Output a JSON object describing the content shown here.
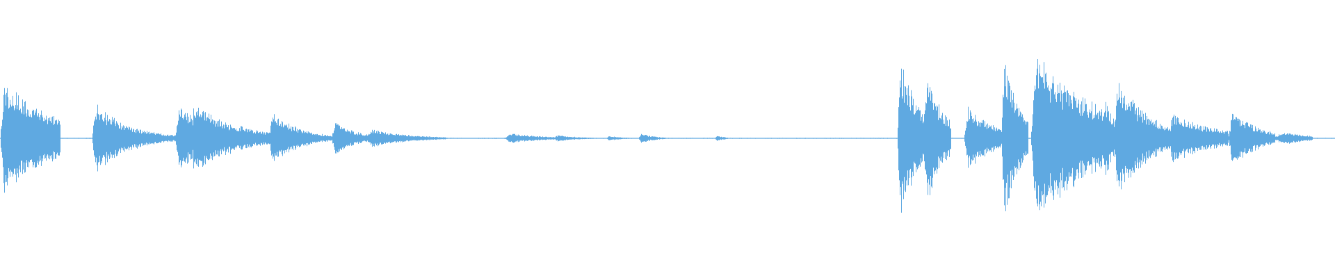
{
  "waveform": {
    "color": "#5fa9e1",
    "background": "#ffffff",
    "bursts": [
      {
        "start": 0.0,
        "attack": 0.003,
        "peak": 0.68,
        "decay": 0.04,
        "end": 0.045
      },
      {
        "start": 0.069,
        "attack": 0.002,
        "peak": 0.42,
        "decay": 0.025,
        "end": 0.068
      },
      {
        "start": 0.131,
        "attack": 0.003,
        "peak": 0.38,
        "decay": 0.03,
        "end": 0.065
      },
      {
        "start": 0.143,
        "attack": 0.002,
        "peak": 0.42,
        "decay": 0.032,
        "end": 0.07
      },
      {
        "start": 0.201,
        "attack": 0.003,
        "peak": 0.32,
        "decay": 0.02,
        "end": 0.05
      },
      {
        "start": 0.248,
        "attack": 0.003,
        "peak": 0.22,
        "decay": 0.015,
        "end": 0.03
      },
      {
        "start": 0.274,
        "attack": 0.004,
        "peak": 0.12,
        "decay": 0.025,
        "end": 0.06
      },
      {
        "start": 0.378,
        "attack": 0.004,
        "peak": 0.06,
        "decay": 0.025,
        "end": 0.06
      },
      {
        "start": 0.414,
        "attack": 0.004,
        "peak": 0.04,
        "decay": 0.015,
        "end": 0.03
      },
      {
        "start": 0.454,
        "attack": 0.002,
        "peak": 0.03,
        "decay": 0.01,
        "end": 0.02
      },
      {
        "start": 0.478,
        "attack": 0.002,
        "peak": 0.06,
        "decay": 0.01,
        "end": 0.02
      },
      {
        "start": 0.535,
        "attack": 0.002,
        "peak": 0.03,
        "decay": 0.008,
        "end": 0.01
      },
      {
        "start": 0.672,
        "attack": 0.002,
        "peak": 0.98,
        "decay": 0.016,
        "end": 0.02
      },
      {
        "start": 0.69,
        "attack": 0.004,
        "peak": 0.78,
        "decay": 0.014,
        "end": 0.022
      },
      {
        "start": 0.722,
        "attack": 0.003,
        "peak": 0.4,
        "decay": 0.02,
        "end": 0.03
      },
      {
        "start": 0.75,
        "attack": 0.002,
        "peak": 0.98,
        "decay": 0.012,
        "end": 0.02
      },
      {
        "start": 0.772,
        "attack": 0.004,
        "peak": 0.98,
        "decay": 0.05,
        "end": 0.06
      },
      {
        "start": 0.826,
        "attack": 0.002,
        "peak": 0.45,
        "decay": 0.01,
        "end": 0.02
      },
      {
        "start": 0.834,
        "attack": 0.003,
        "peak": 0.7,
        "decay": 0.025,
        "end": 0.045
      },
      {
        "start": 0.875,
        "attack": 0.003,
        "peak": 0.3,
        "decay": 0.035,
        "end": 0.045
      },
      {
        "start": 0.92,
        "attack": 0.003,
        "peak": 0.34,
        "decay": 0.02,
        "end": 0.035
      },
      {
        "start": 0.953,
        "attack": 0.008,
        "peak": 0.08,
        "decay": 0.02,
        "end": 0.03
      }
    ]
  }
}
